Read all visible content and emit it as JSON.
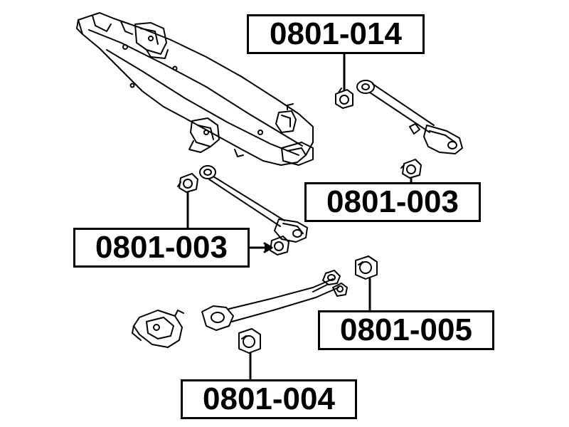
{
  "labels": {
    "part_014": "0801-014",
    "part_003_right": "0801-003",
    "part_003_left": "0801-003",
    "part_005": "0801-005",
    "part_004": "0801-004"
  },
  "colors": {
    "ink": "#000000",
    "background": "#ffffff"
  }
}
